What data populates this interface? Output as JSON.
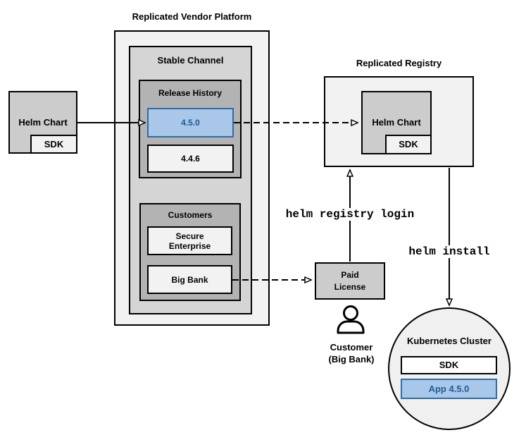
{
  "colors": {
    "accent_fill": "#a9c7e8",
    "accent_border": "#2e6da4",
    "accent_text": "#1e5c97",
    "gray_lightest": "#f2f2f2",
    "gray_mid": "#d5d5d5",
    "gray_dark": "#b3b3b3",
    "gray_box": "#cccccc",
    "line": "#000000"
  },
  "platform": {
    "title": "Replicated Vendor Platform",
    "stable_channel": {
      "title": "Stable Channel"
    },
    "release_history": {
      "title": "Release History",
      "releases": [
        {
          "version": "4.5.0",
          "highlighted": true
        },
        {
          "version": "4.4.6",
          "highlighted": false
        }
      ]
    },
    "customers": {
      "title": "Customers",
      "items": [
        {
          "lines": [
            "Secure",
            "Enterprise"
          ]
        },
        {
          "lines": [
            "Big Bank"
          ]
        }
      ]
    }
  },
  "helm_chart_source": {
    "label": "Helm Chart",
    "sdk_label": "SDK"
  },
  "registry": {
    "title": "Replicated Registry",
    "helm_chart_label": "Helm Chart",
    "sdk_label": "SDK"
  },
  "paid_license": {
    "lines": [
      "Paid",
      "License"
    ]
  },
  "customer": {
    "lines": [
      "Customer",
      "(Big Bank)"
    ]
  },
  "cluster": {
    "title": "Kubernetes Cluster",
    "sdk_label": "SDK",
    "app_label": "App 4.5.0"
  },
  "commands": {
    "registry_login": "helm registry login",
    "install": "helm install"
  }
}
